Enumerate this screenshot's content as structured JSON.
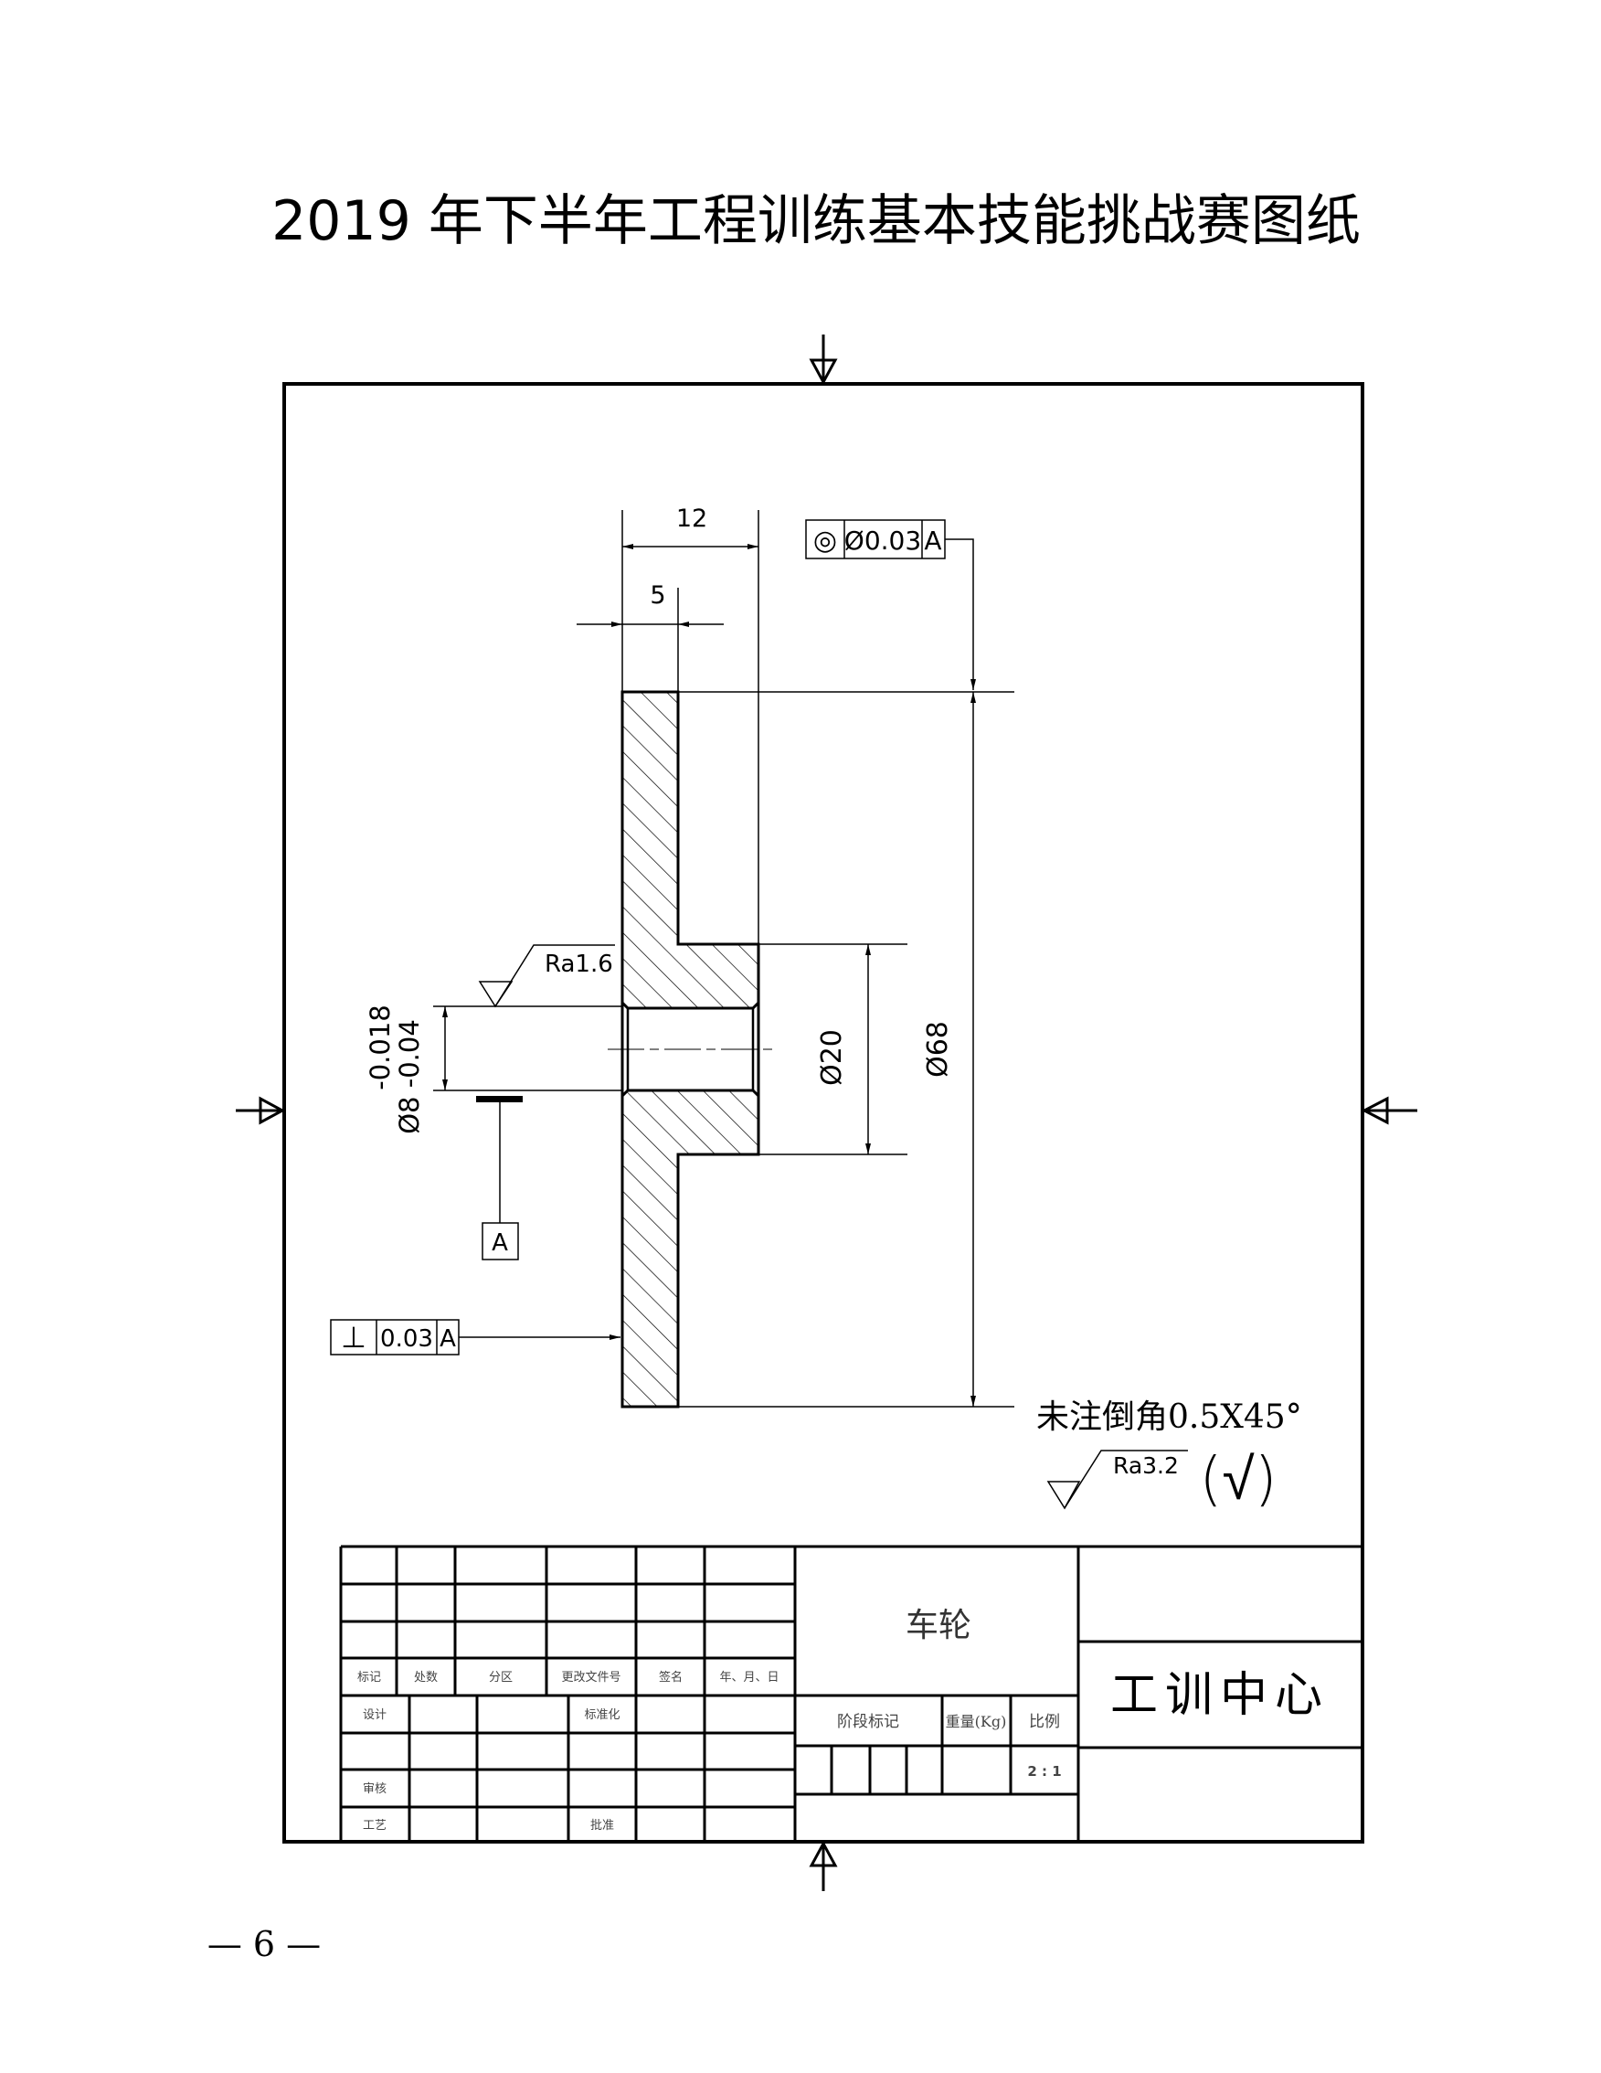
{
  "page": {
    "title": "2019 年下半年工程训练基本技能挑战赛图纸",
    "page_number": "— 6 —"
  },
  "drawing": {
    "dimensions": {
      "overall_width": "12",
      "flange_width": "5",
      "hub_diameter": "Ø20",
      "outer_diameter": "Ø68",
      "bore_diameter": "Ø8 -0.04",
      "bore_upper_tolerance": "-0.018"
    },
    "surface_finish": {
      "bore": "Ra1.6",
      "general": "Ra3.2",
      "general_other": "(√)"
    },
    "concentricity_frame": {
      "symbol": "◎",
      "tolerance": "Ø0.03",
      "datum": "A"
    },
    "perpendicularity_frame": {
      "symbol": "⊥",
      "tolerance": "0.03",
      "datum": "A"
    },
    "datum_label": "A",
    "note": "未注倒角0.5X45°"
  },
  "title_block": {
    "revision_headers": [
      "标记",
      "处数",
      "分区",
      "更改文件号",
      "签名",
      "年、月、日"
    ],
    "design": "设计",
    "standardization": "标准化",
    "review": "审核",
    "process": "工艺",
    "approval": "批准",
    "part_name": "车轮",
    "stage_mark": "阶段标记",
    "weight": "重量(Kg)",
    "scale_label": "比例",
    "scale_value": "2 : 1",
    "organization": "工训中心"
  },
  "colors": {
    "ink": "#000000",
    "background": "#ffffff"
  }
}
